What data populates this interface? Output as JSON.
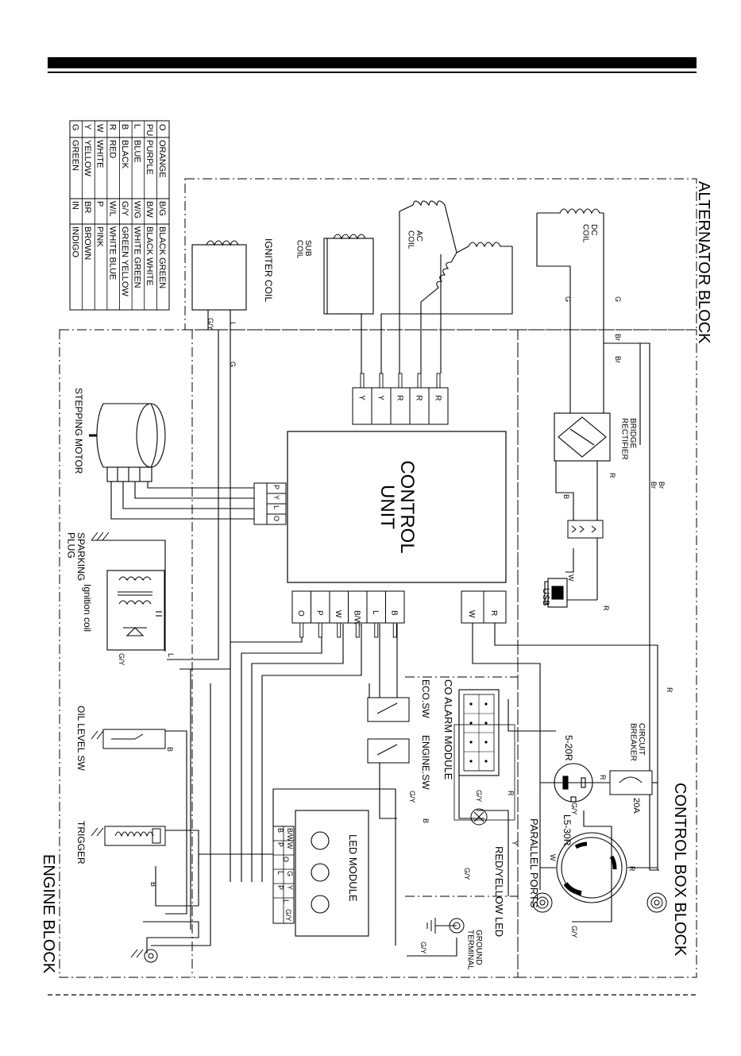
{
  "blocks": {
    "alternator": "ALTERNATOR BLOCK",
    "control_box": "CONTROL BOX BLOCK",
    "engine": "ENGINE BLOCK"
  },
  "legend": {
    "single": [
      {
        "code": "O",
        "name": "ORANGE"
      },
      {
        "code": "PU",
        "name": "PURPLE"
      },
      {
        "code": "L",
        "name": "BLUE"
      },
      {
        "code": "B",
        "name": "BLACK"
      },
      {
        "code": "R",
        "name": "RED"
      },
      {
        "code": "W",
        "name": "WHITE"
      },
      {
        "code": "Y",
        "name": "YELLOW"
      },
      {
        "code": "G",
        "name": "GREEN"
      }
    ],
    "double": [
      {
        "code": "B/G",
        "name": "BLACK  GREEN"
      },
      {
        "code": "B/W",
        "name": "BLACK  WHITE"
      },
      {
        "code": "W/G",
        "name": "WHITE GREEN"
      },
      {
        "code": "G/Y",
        "name": "GREEN YELLOW"
      },
      {
        "code": "W/L",
        "name": "WHITE BLUE"
      },
      {
        "code": "P",
        "name": "PINK"
      },
      {
        "code": "BR",
        "name": "BROWN"
      },
      {
        "code": "IN",
        "name": "INDIGO"
      }
    ]
  },
  "components": {
    "dc_coil": "DC\nCOIL",
    "ac_coil": "AC\nCOIL",
    "sub_coil": "SUB\nCOIL",
    "igniter_coil": "IGNITER COIL",
    "control_unit": "CONTROL\nUNIT",
    "bridge_rectifier": "BRIDGE\nRECTIFIER",
    "usb": "USB",
    "stepping_motor": "STEPPING MOTOR",
    "sparking_plug": "SPARKING\nPLUG",
    "ignition_coil": "Ignition coil",
    "co_alarm_module": "CO ALARM MODULE",
    "eco_sw": "ECO.SW",
    "engine_sw": "ENGINE.SW",
    "led_module": "LED MODULE",
    "circuit_breaker": "CIRCUIT\nBREAKER",
    "breaker_rating": "20A",
    "outlet_520r": "5-20R",
    "outlet_l530r": "L5-30R",
    "parallel_ports": "PARALLEL PORTS",
    "red_yellow_led": "RED/YELLOW LED",
    "ground_terminal": "GROUND\nTERMINAL",
    "oil_level_sw": "OIL LEVEL SW",
    "trigger": "TRIGGER"
  },
  "connectors": {
    "coil_connector": [
      "Y",
      "Y",
      "R",
      "R",
      "R"
    ],
    "motor_connector": [
      "P",
      "Y",
      "L",
      "O"
    ],
    "control_bottom": [
      "O",
      "P",
      "W",
      "B/W",
      "L",
      "B"
    ],
    "control_right": [
      "W",
      "R"
    ],
    "led_connector": [
      "B/W",
      "B",
      "W",
      "P",
      "O",
      "G",
      "L",
      "Y",
      "P",
      "L",
      "G/Y"
    ]
  },
  "wire_labels": {
    "g": "G",
    "l": "L",
    "r": "R",
    "b": "B",
    "w": "W",
    "y": "Y",
    "br": "Br",
    "gy": "G/Y"
  }
}
